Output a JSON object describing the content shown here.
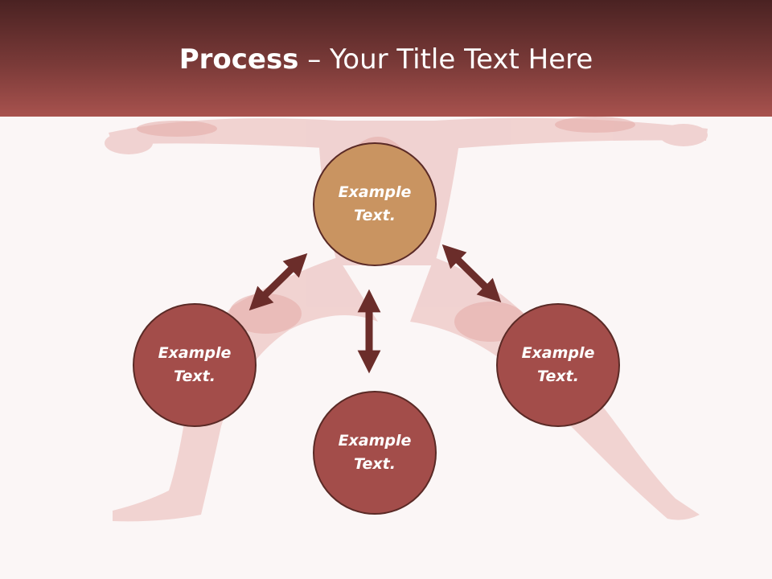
{
  "header": {
    "title_bold": "Process",
    "title_rest": " – Your Title Text Here"
  },
  "nodes": {
    "top": "Example Text.",
    "left": "Example Text.",
    "right": "Example Text.",
    "bottom": "Example Text."
  },
  "colors": {
    "header_dark": "#4a2222",
    "header_light": "#a8524e",
    "node_top": "#c99461",
    "node": "#a34d4a",
    "arrow": "#6b2d2a",
    "background": "#fbf6f6"
  }
}
